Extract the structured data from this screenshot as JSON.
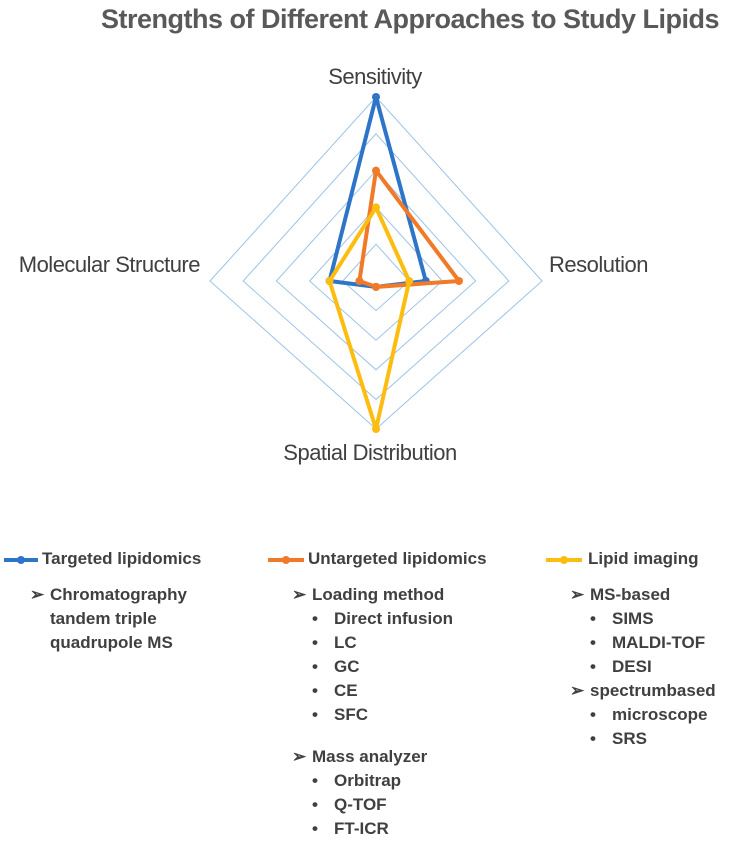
{
  "title": "Strengths of Different Approaches to Study Lipids",
  "chart_data": {
    "type": "radar",
    "title": "Strengths of Different Approaches to Study Lipids",
    "axes": [
      "Sensitivity",
      "Resolution",
      "Spatial Distribution",
      "Molecular Structure"
    ],
    "range": [
      0,
      5
    ],
    "grid_levels": 5,
    "series": [
      {
        "name": "Targeted lipidomics",
        "color": "#2E75C8",
        "values": [
          5,
          1.5,
          0.2,
          1.4
        ]
      },
      {
        "name": "Untargeted lipidomics",
        "color": "#F07A28",
        "values": [
          3,
          2.5,
          0.2,
          0.5
        ]
      },
      {
        "name": "Lipid imaging",
        "color": "#FDBD10",
        "values": [
          2,
          1,
          5,
          1.4
        ]
      }
    ]
  },
  "grid_color": "#9DC3E6",
  "legend": {
    "targeted": {
      "label": "Targeted lipidomics",
      "items": [
        "Chromatography",
        "tandem triple",
        "quadrupole MS"
      ]
    },
    "untargeted": {
      "label": "Untargeted lipidomics",
      "groups": [
        {
          "heading": "Loading method",
          "items": [
            "Direct infusion",
            "LC",
            "GC",
            "CE",
            "SFC"
          ]
        },
        {
          "heading": "Mass analyzer",
          "items": [
            "Orbitrap",
            "Q-TOF",
            "FT-ICR"
          ]
        }
      ]
    },
    "imaging": {
      "label": "Lipid imaging",
      "groups": [
        {
          "heading": "MS-based",
          "items": [
            "SIMS",
            "MALDI-TOF",
            "DESI"
          ]
        },
        {
          "heading": "spectrumbased",
          "items": [
            "microscope",
            "SRS"
          ]
        }
      ]
    }
  },
  "glyphs": {
    "arrow": "➢",
    "bullet": "•"
  }
}
